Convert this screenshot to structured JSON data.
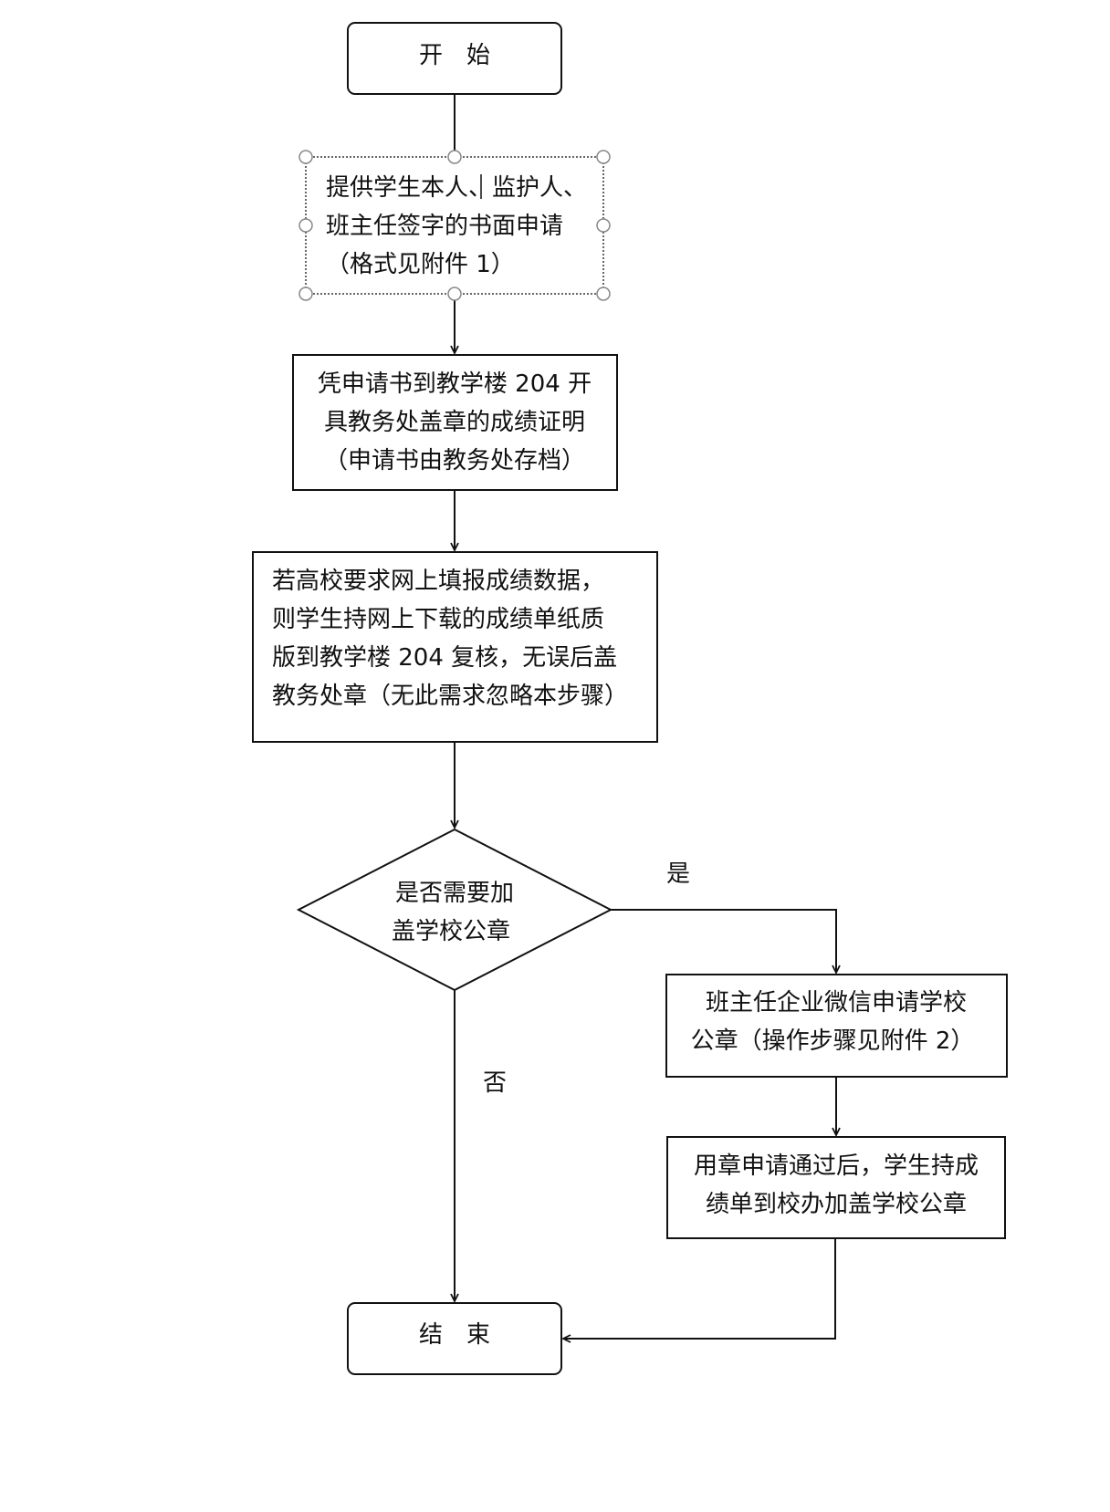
{
  "start": {
    "label": "开　始"
  },
  "step1": {
    "lines": [
      "提供学生本人、监护人、",
      "班主任签字的书面申请",
      "（格式见附件 1）"
    ]
  },
  "step2": {
    "lines": [
      "凭申请书到教学楼 204 开",
      "具教务处盖章的成绩证明",
      "（申请书由教务处存档）"
    ]
  },
  "step3": {
    "lines": [
      "若高校要求网上填报成绩数据，",
      "则学生持网上下载的成绩单纸质",
      "版到教学楼 204 复核，无误后盖",
      "教务处章（无此需求忽略本步骤）"
    ]
  },
  "decision": {
    "lines": [
      "是否需要加",
      "盖学校公章"
    ],
    "yes_label": "是",
    "no_label": "否"
  },
  "step4": {
    "lines": [
      "班主任企业微信申请学校",
      "公章（操作步骤见附件 2）"
    ]
  },
  "step5": {
    "lines": [
      "用章申请通过后，学生持成",
      "绩单到校办加盖学校公章"
    ]
  },
  "end": {
    "label": "结　束"
  }
}
